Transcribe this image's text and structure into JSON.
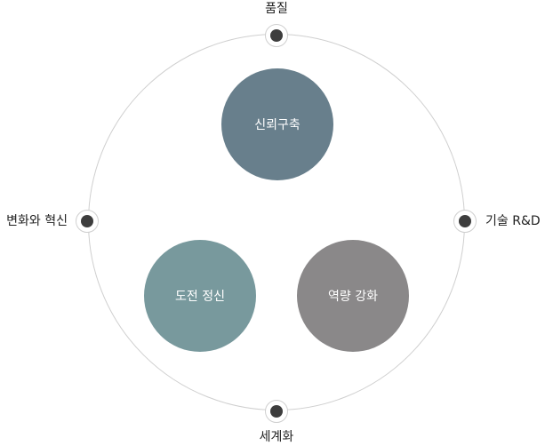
{
  "diagram": {
    "outer_labels": {
      "top": "품질",
      "right": "기술 R&D",
      "bottom": "세계화",
      "left": "변화와 혁신"
    },
    "circles": [
      {
        "label": "신뢰구축",
        "color": "#687f8c"
      },
      {
        "label": "도전 정신",
        "color": "#78999d"
      },
      {
        "label": "역량 강화",
        "color": "#8a8889"
      }
    ]
  }
}
